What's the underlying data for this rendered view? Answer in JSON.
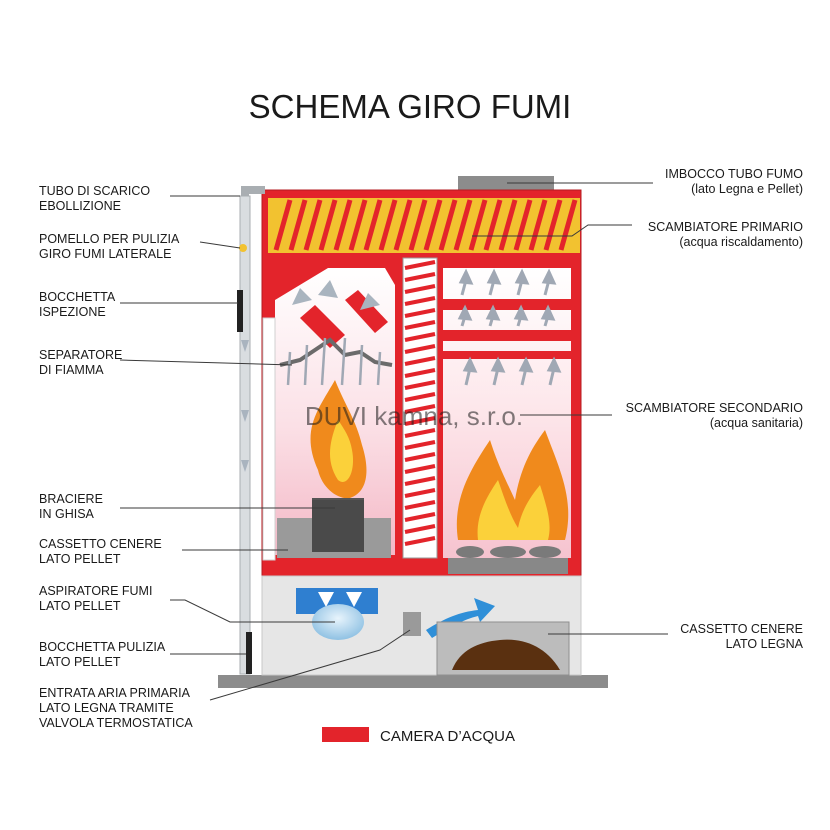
{
  "title": "SCHEMA GIRO FUMI",
  "watermark": "DUVI kamna, s.r.o.",
  "colors": {
    "water_chamber": "#e3242b",
    "coil": "#f2c230",
    "flue": "#d6dde0",
    "arrow": "#9fb2c2",
    "fire": "#f08a1c",
    "ghisa": "#6b6b6b"
  },
  "labels_left": [
    {
      "line1": "TUBO DI SCARICO",
      "line2": "EBOLLIZIONE"
    },
    {
      "line1": "POMELLO PER PULIZIA",
      "line2": "GIRO FUMI LATERALE"
    },
    {
      "line1": "BOCCHETTA",
      "line2": "ISPEZIONE"
    },
    {
      "line1": "SEPARATORE",
      "line2": "DI FIAMMA"
    },
    {
      "line1": "BRACIERE",
      "line2": "IN GHISA"
    },
    {
      "line1": "CASSETTO CENERE",
      "line2": "LATO PELLET"
    },
    {
      "line1": "ASPIRATORE FUMI",
      "line2": "LATO PELLET"
    },
    {
      "line1": "BOCCHETTA PULIZIA",
      "line2": "LATO PELLET"
    },
    {
      "line1": "ENTRATA ARIA PRIMARIA",
      "line2": "LATO LEGNA TRAMITE",
      "line3": "VALVOLA TERMOSTATICA"
    }
  ],
  "labels_right": [
    {
      "line1": "IMBOCCO TUBO FUMO",
      "line2": "(lato Legna e Pellet)"
    },
    {
      "line1": "SCAMBIATORE PRIMARIO",
      "line2": "(acqua riscaldamento)"
    },
    {
      "line1": "SCAMBIATORE SECONDARIO",
      "line2": "(acqua sanitaria)"
    },
    {
      "line1": "CASSETTO CENERE",
      "line2": "LATO LEGNA"
    }
  ],
  "legend": {
    "label": "CAMERA D’ACQUA"
  }
}
